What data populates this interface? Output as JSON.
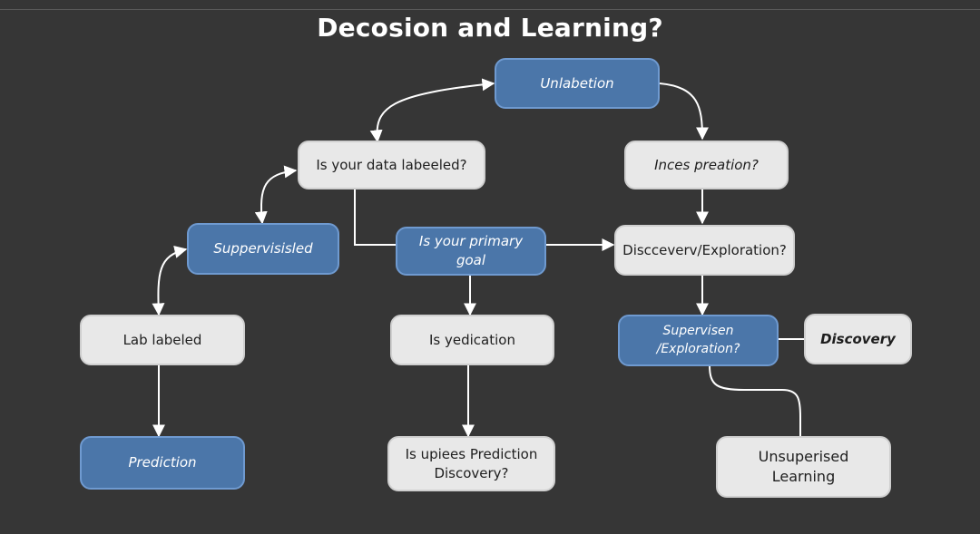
{
  "title": "Decosion and Learning?",
  "nodes": {
    "unlabetion": "Unlabetion",
    "data_labeled": "Is your data labeeled?",
    "inces_preation": "Inces preation?",
    "suppervisisled": "Suppervisisled",
    "primary_goal": "Is your primary goal",
    "discovery_exploration": "Discceverv/Exploration?",
    "lab_labeled": "Lab labeled",
    "yedication": "Is yedication",
    "supervisen_exploration": "Supervisen /Exploration?",
    "discovery": "Discovery",
    "prediction": "Prediction",
    "upiees_prediction": "Is upiees Prediction\nDiscovery?",
    "unsuperised_learning": "Unsuperised Learning"
  },
  "colors": {
    "background": "#363636",
    "light_node": "#e8e8e8",
    "blue_node": "#4b76a9",
    "connector": "#ffffff"
  }
}
